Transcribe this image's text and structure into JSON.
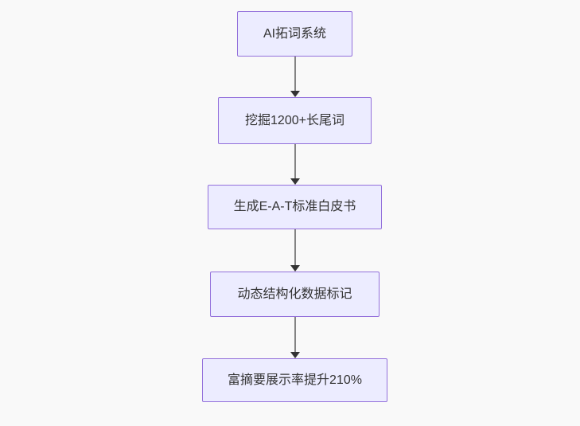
{
  "page": {
    "background": "#f9f9f9"
  },
  "diagram": {
    "type": "flowchart",
    "direction": "top-down",
    "colors": {
      "node_fill": "#ECECFF",
      "node_border": "#9370DB",
      "text": "#333333",
      "edge_line": "#848484",
      "arrowhead": "#333333"
    },
    "nodes": [
      {
        "label": "AI拓词系统"
      },
      {
        "label": "挖掘1200+长尾词"
      },
      {
        "label": "生成E-A-T标准白皮书"
      },
      {
        "label": "动态结构化数据标记"
      },
      {
        "label": "富摘要展示率提升210%"
      }
    ],
    "edges": [
      {
        "from": 0,
        "to": 1,
        "style": "arrow-down"
      },
      {
        "from": 1,
        "to": 2,
        "style": "arrow-down"
      },
      {
        "from": 2,
        "to": 3,
        "style": "arrow-down"
      },
      {
        "from": 3,
        "to": 4,
        "style": "arrow-down"
      }
    ]
  }
}
